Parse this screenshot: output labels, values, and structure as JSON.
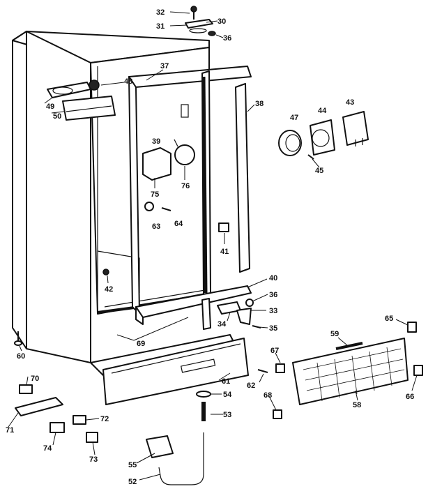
{
  "callouts": [
    {
      "id": "c32",
      "text": "32"
    },
    {
      "id": "c30",
      "text": "30"
    },
    {
      "id": "c31",
      "text": "31"
    },
    {
      "id": "c36a",
      "text": "36"
    },
    {
      "id": "c37",
      "text": "37"
    },
    {
      "id": "c38a",
      "text": "38"
    },
    {
      "id": "c48",
      "text": "48"
    },
    {
      "id": "c49",
      "text": "49"
    },
    {
      "id": "c50",
      "text": "50"
    },
    {
      "id": "c39",
      "text": "39"
    },
    {
      "id": "c75",
      "text": "75"
    },
    {
      "id": "c76",
      "text": "76"
    },
    {
      "id": "c47",
      "text": "47"
    },
    {
      "id": "c44",
      "text": "44"
    },
    {
      "id": "c43",
      "text": "43"
    },
    {
      "id": "c45",
      "text": "45"
    },
    {
      "id": "c63",
      "text": "63"
    },
    {
      "id": "c64",
      "text": "64"
    },
    {
      "id": "c41",
      "text": "41"
    },
    {
      "id": "c42",
      "text": "42"
    },
    {
      "id": "c40",
      "text": "40"
    },
    {
      "id": "c36b",
      "text": "36"
    },
    {
      "id": "c33",
      "text": "33"
    },
    {
      "id": "c34",
      "text": "34"
    },
    {
      "id": "c35",
      "text": "35"
    },
    {
      "id": "c69",
      "text": "69"
    },
    {
      "id": "c60",
      "text": "60"
    },
    {
      "id": "c65",
      "text": "65"
    },
    {
      "id": "c59",
      "text": "59"
    },
    {
      "id": "c67",
      "text": "67"
    },
    {
      "id": "c61",
      "text": "61"
    },
    {
      "id": "c62",
      "text": "62"
    },
    {
      "id": "c54",
      "text": "54"
    },
    {
      "id": "c70",
      "text": "70"
    },
    {
      "id": "c71",
      "text": "71"
    },
    {
      "id": "c72",
      "text": "72"
    },
    {
      "id": "c74",
      "text": "74"
    },
    {
      "id": "c73",
      "text": "73"
    },
    {
      "id": "c53",
      "text": "53"
    },
    {
      "id": "c68",
      "text": "68"
    },
    {
      "id": "c58",
      "text": "58"
    },
    {
      "id": "c66",
      "text": "66"
    },
    {
      "id": "c55",
      "text": "55"
    },
    {
      "id": "c52",
      "text": "52"
    }
  ]
}
